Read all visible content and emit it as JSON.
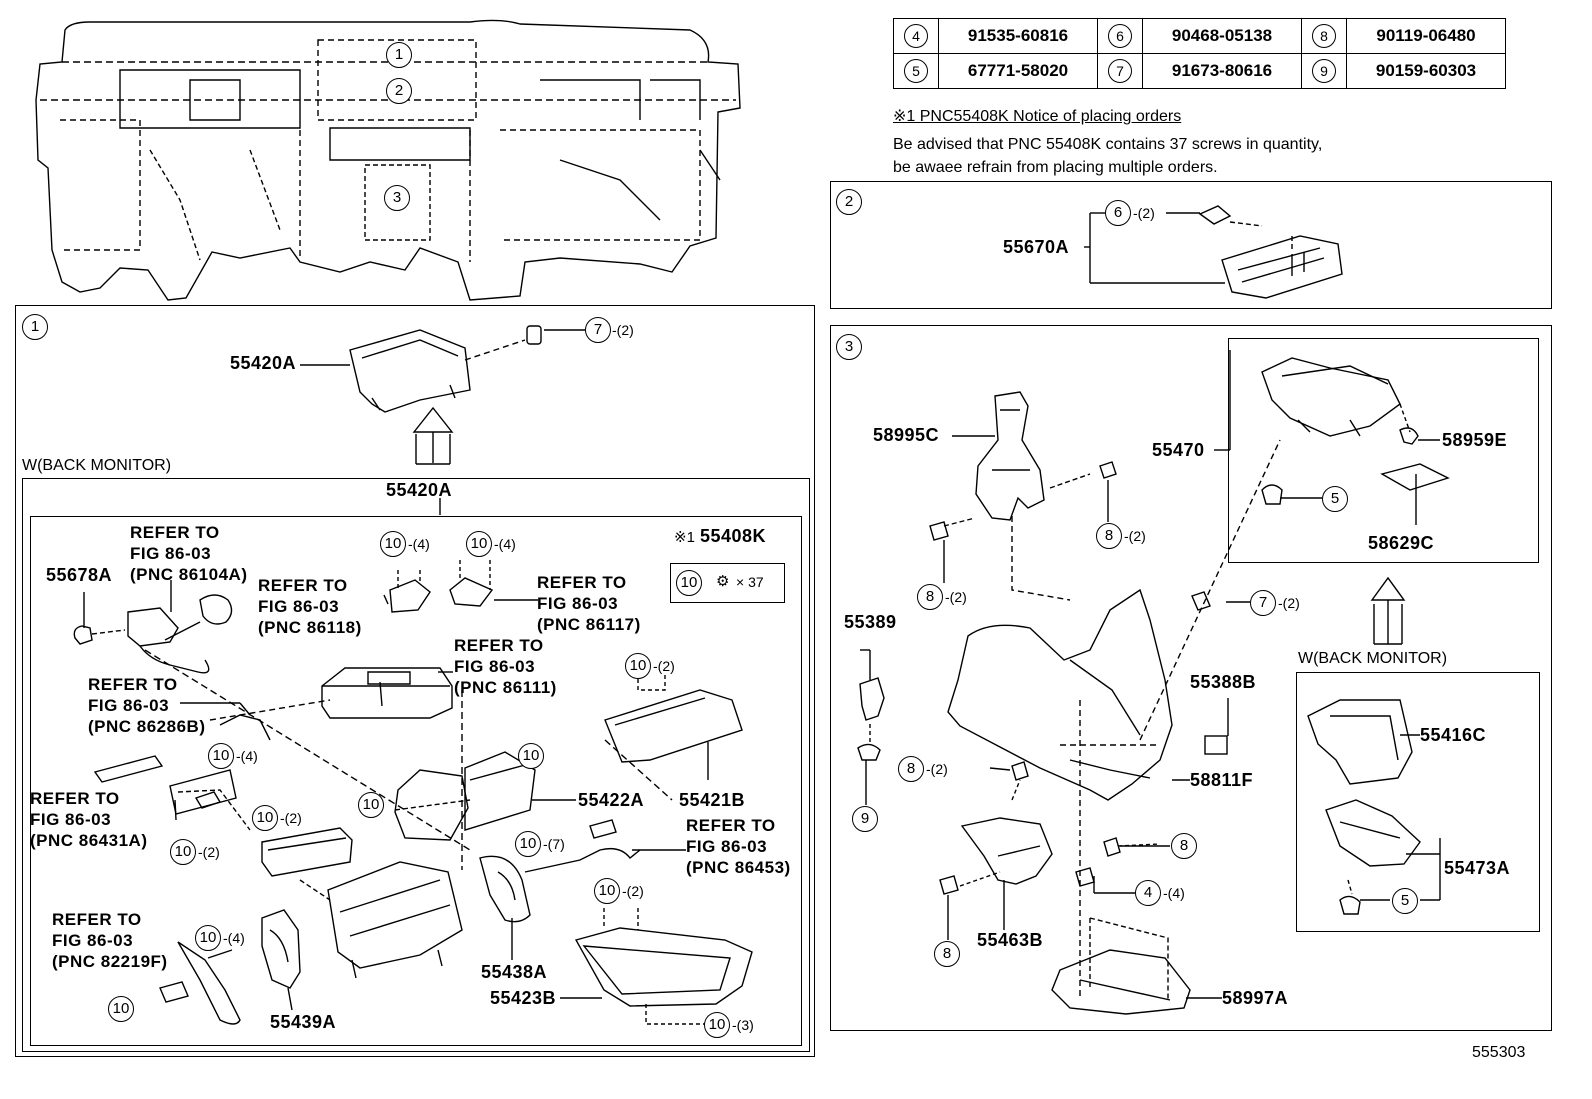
{
  "parts_table": {
    "rows": [
      [
        {
          "ref": "4",
          "part": "91535-60816"
        },
        {
          "ref": "6",
          "part": "90468-05138"
        },
        {
          "ref": "8",
          "part": "90119-06480"
        }
      ],
      [
        {
          "ref": "5",
          "part": "67771-58020"
        },
        {
          "ref": "7",
          "part": "91673-80616"
        },
        {
          "ref": "9",
          "part": "90159-60303"
        }
      ]
    ]
  },
  "notice": {
    "title": "※1 PNC55408K Notice of placing orders",
    "line1": "Be advised that PNC 55408K contains 37 screws in quantity,",
    "line2": "be awaee refrain from placing multiple orders."
  },
  "overview": {
    "callouts": [
      "1",
      "2",
      "3"
    ]
  },
  "section1": {
    "id": "1",
    "top_part": "55420A",
    "top_fastener": {
      "ref": "7",
      "qty": "-(2)"
    },
    "variant_heading": "W(BACK MONITOR)",
    "assembly_part": "55420A",
    "kit": {
      "mark": "※1",
      "part": "55408K",
      "ref": "10",
      "qty": "× 37"
    },
    "parts": {
      "p55678A": "55678A",
      "p55422A": "55422A",
      "p55421B": "55421B",
      "p55438A": "55438A",
      "p55423B": "55423B",
      "p55439A": "55439A"
    },
    "refer_notes": {
      "r86104A": "REFER TO\nFIG 86-03\n(PNC 86104A)",
      "r86118": "REFER TO\nFIG 86-03\n(PNC 86118)",
      "r86117": "REFER TO\nFIG 86-03\n(PNC 86117)",
      "r86111": "REFER TO\nFIG 86-03\n(PNC 86111)",
      "r86286B": "REFER TO\nFIG 86-03\n(PNC 86286B)",
      "r86431A": "REFER TO\nFIG 86-03\n(PNC 86431A)",
      "r86453": "REFER TO\nFIG 86-03\n(PNC 86453)",
      "r82219F": "REFER TO\nFIG 86-03\n(PNC 82219F)"
    },
    "callout_ref": "10",
    "qty": {
      "q4": "-(4)",
      "q2": "-(2)",
      "q7": "-(7)",
      "q3": "-(3)"
    }
  },
  "section2": {
    "id": "2",
    "part": "55670A",
    "fastener": {
      "ref": "6",
      "qty": "-(2)"
    }
  },
  "section3": {
    "id": "3",
    "parts": {
      "p58995C": "58995C",
      "p55470": "55470",
      "p58959E": "58959E",
      "p58629C": "58629C",
      "p55389": "55389",
      "p55388B": "55388B",
      "p58811F": "58811F",
      "p55463B": "55463B",
      "p58997A": "58997A",
      "p55416C": "55416C",
      "p55473A": "55473A"
    },
    "variant_heading": "W(BACK MONITOR)",
    "fasteners": {
      "f8": "8",
      "f7": "7",
      "f5": "5",
      "f9": "9",
      "f4": "4"
    },
    "qty": {
      "q2": "-(2)",
      "q4": "-(4)"
    }
  },
  "figure_number": "555303"
}
